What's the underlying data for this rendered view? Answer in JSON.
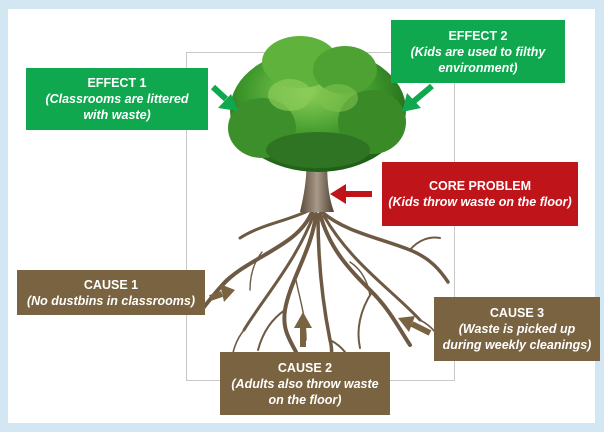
{
  "diagram": {
    "effect1": {
      "title": "EFFECT 1",
      "desc": "(Classrooms are littered with waste)"
    },
    "effect2": {
      "title": "EFFECT 2",
      "desc": "(Kids are used to filthy environment)"
    },
    "core": {
      "title": "CORE PROBLEM",
      "desc": "(Kids throw waste on the floor)"
    },
    "cause1": {
      "title": "CAUSE 1",
      "desc": "(No dustbins in classrooms)"
    },
    "cause2": {
      "title": "CAUSE 2",
      "desc": "(Adults also throw waste on the floor)"
    },
    "cause3": {
      "title": "CAUSE 3",
      "desc": "(Waste is picked up during weekly cleanings)"
    }
  },
  "colors": {
    "effect": "#10a84f",
    "core": "#c0141b",
    "cause": "#7a6341",
    "background": "#d3e7f2"
  },
  "icons": [
    "tree-illustration",
    "arrow-icon"
  ]
}
